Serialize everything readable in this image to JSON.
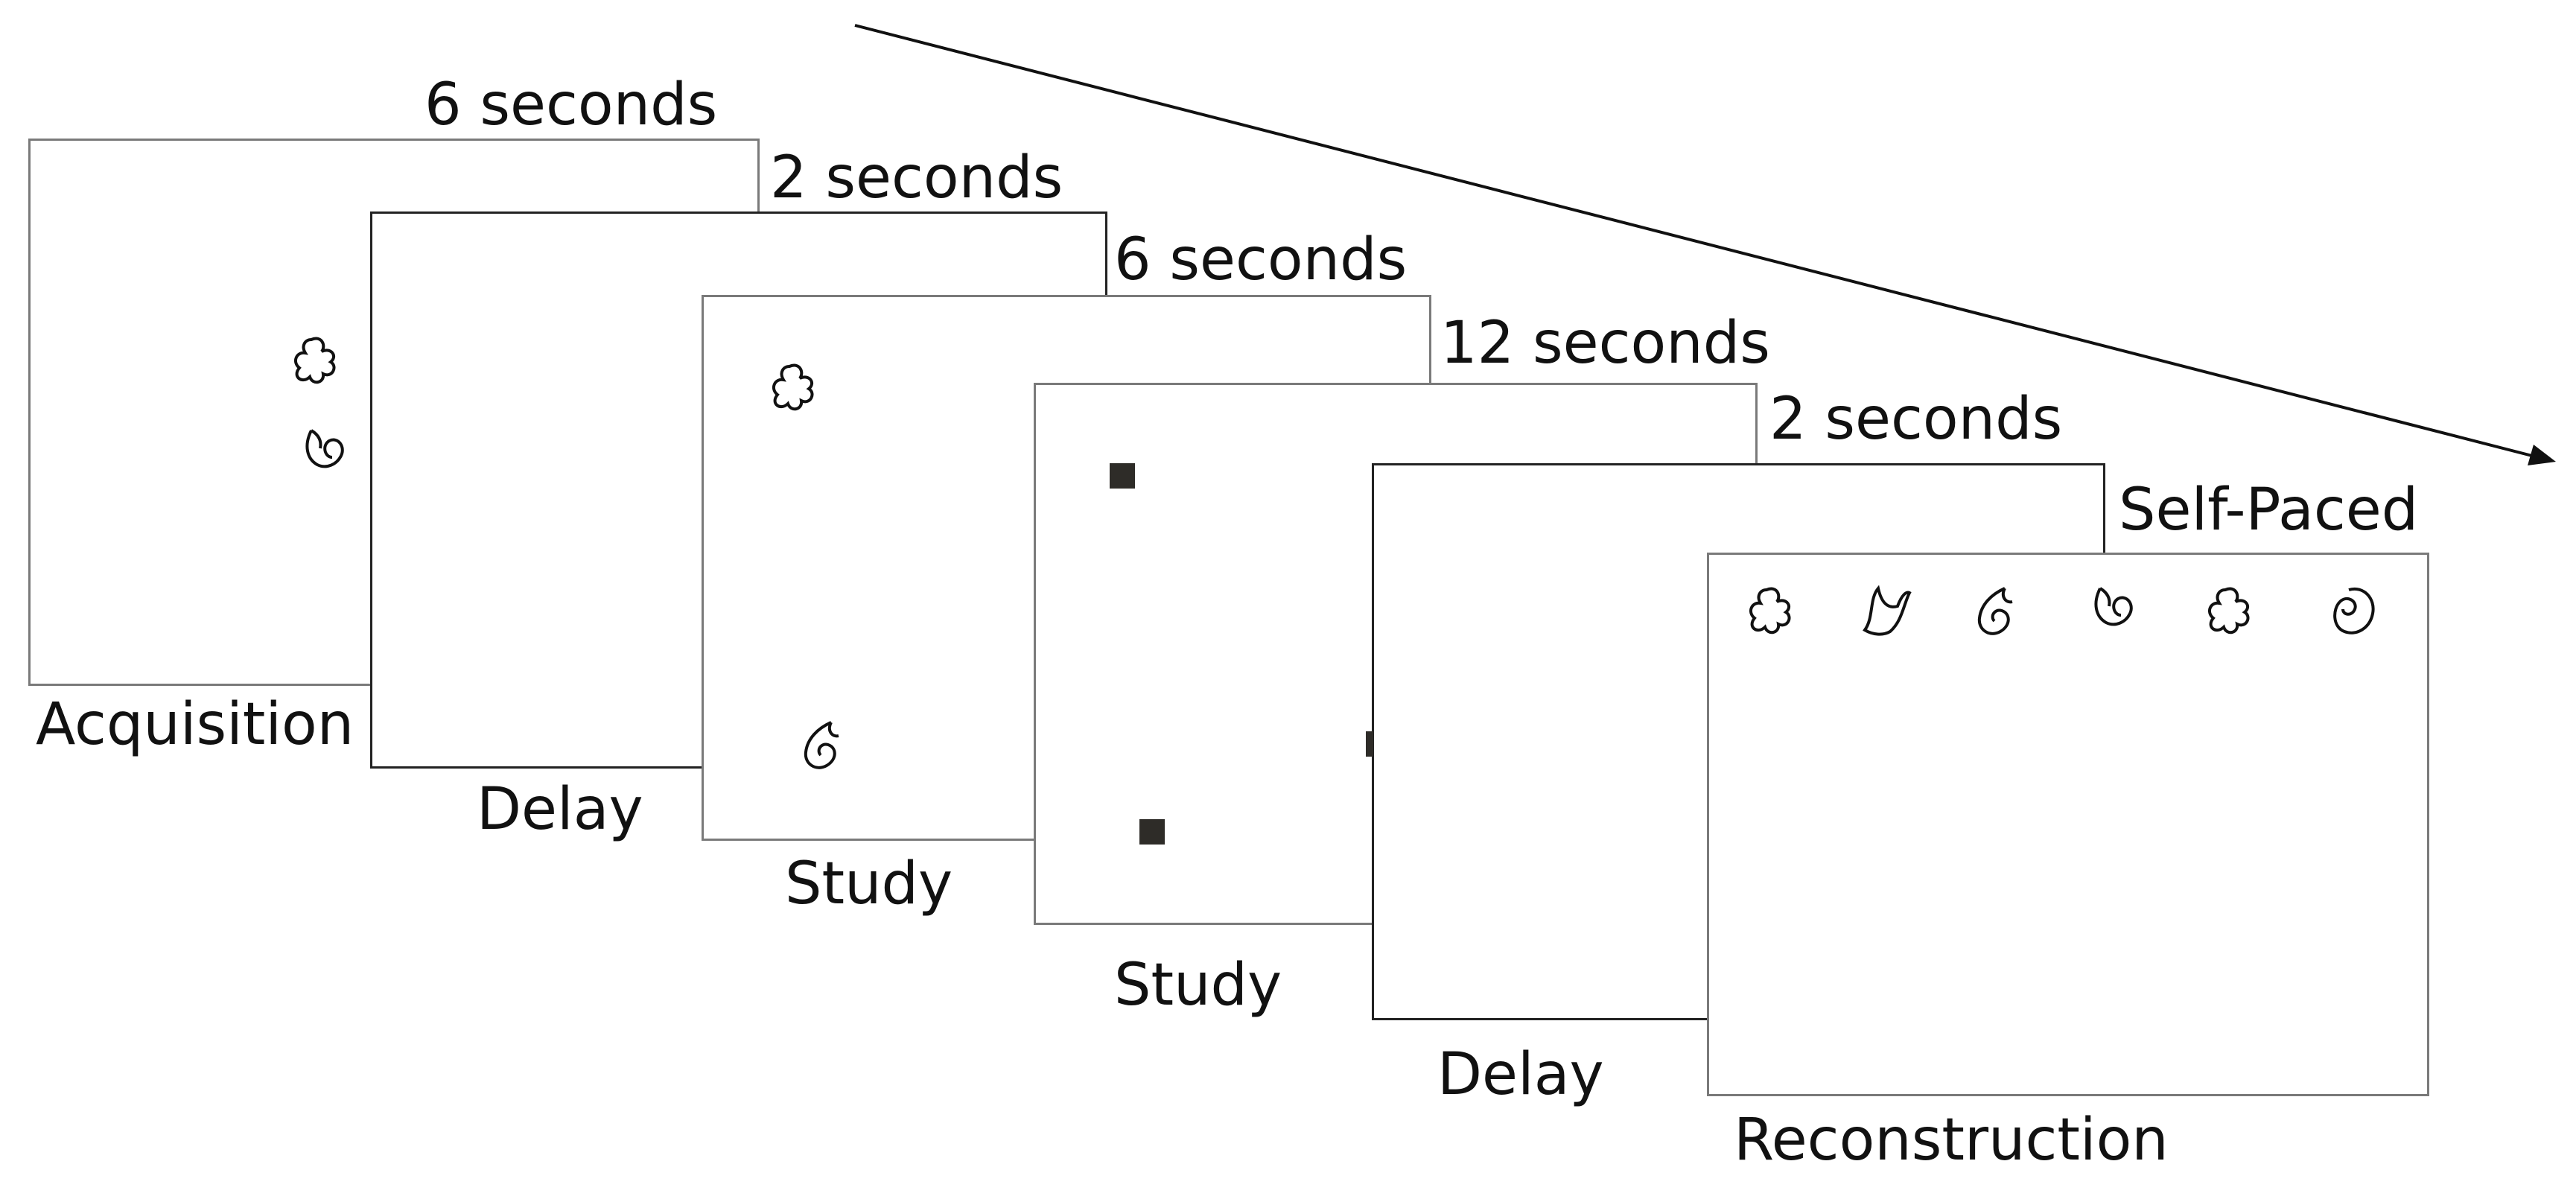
{
  "frames": [
    {
      "phase": "Acquisition",
      "duration": "6 seconds",
      "stimuli": [
        "blob-shape",
        "curl-shape"
      ]
    },
    {
      "phase": "Delay",
      "duration": "2 seconds",
      "stimuli": []
    },
    {
      "phase": "Study",
      "duration": "6 seconds",
      "stimuli": [
        "blob-shape",
        "curl-shape"
      ]
    },
    {
      "phase": "Study",
      "duration": "12 seconds",
      "stimuli": [
        "square-marker",
        "square-marker"
      ]
    },
    {
      "phase": "Delay",
      "duration": "2 seconds",
      "stimuli": []
    },
    {
      "phase": "Reconstruction",
      "duration": "Self-Paced",
      "stimuli": [
        "blob-shape",
        "bird-shape",
        "curl-shape",
        "hook-shape",
        "blob-shape",
        "loop-shape"
      ]
    }
  ],
  "colors": {
    "frame_border": "#7a7a7a",
    "text": "#111111",
    "marker": "#2e2c28",
    "arrow": "#111111"
  }
}
